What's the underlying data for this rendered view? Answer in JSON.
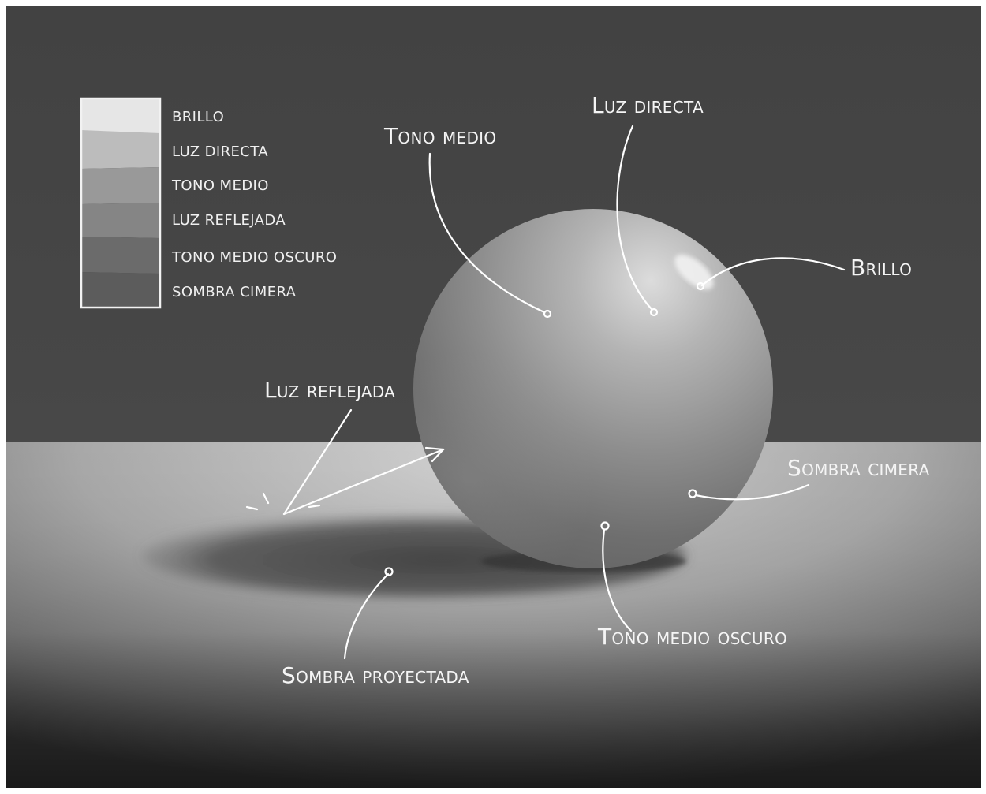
{
  "legend": {
    "items": [
      {
        "label": "BRILLO",
        "color": "#e6e6e6"
      },
      {
        "label": "LUZ DIRECTA",
        "color": "#bcbcbc"
      },
      {
        "label": "TONO MEDIO",
        "color": "#999999"
      },
      {
        "label": "LUZ REFLEJADA",
        "color": "#858585"
      },
      {
        "label": "TONO MEDIO OSCURO",
        "color": "#6b6b6b"
      },
      {
        "label": "SOMBRA CIMERA",
        "color": "#5c5c5c"
      }
    ]
  },
  "callouts": {
    "tono_medio": "Tono medio",
    "luz_directa": "Luz directa",
    "brillo": "Brillo",
    "luz_reflejada": "Luz reflejada",
    "sombra_cimera": "Sombra cimera",
    "tono_medio_oscuro": "Tono medio oscuro",
    "sombra_proyectada": "Sombra proyectada"
  },
  "colors": {
    "wall": "#464646",
    "floor_light": "#c8c8c8",
    "floor_dark": "#3a3a3a",
    "annotation": "#ffffff"
  }
}
